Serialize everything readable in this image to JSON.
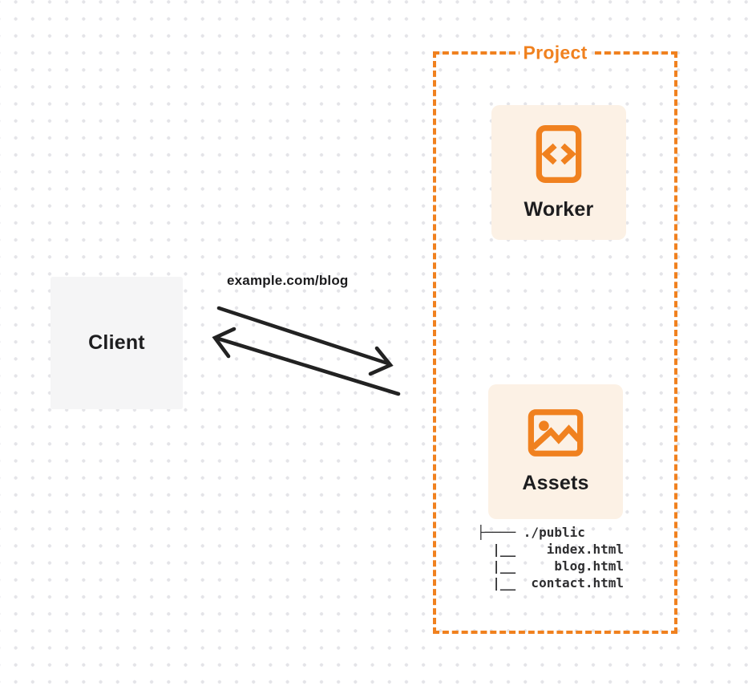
{
  "diagram": {
    "client": {
      "label": "Client"
    },
    "request": {
      "url_label": "example.com/blog"
    },
    "project": {
      "label": "Project",
      "worker": {
        "label": "Worker"
      },
      "assets": {
        "label": "Assets"
      },
      "file_tree": "├──── ./public\n  |__    index.html\n  |__     blog.html\n  |__  contact.html"
    }
  },
  "colors": {
    "accent_orange": "#F0811F",
    "card_background": "#FCF1E5",
    "client_background": "#F5F5F6",
    "ink": "#1D1D1F",
    "dot_grid": "#E4E4E8",
    "arrow": "#222222"
  }
}
